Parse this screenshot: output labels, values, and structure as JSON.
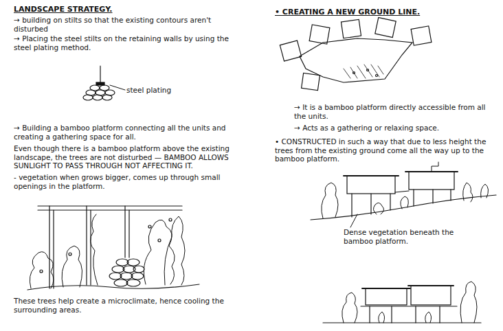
{
  "diagram": {
    "title": "LANDSCAPE STRATEGY.",
    "labels": [
      "→ building on stilts so that the existing contours aren't disturbed",
      "→ Placing the steel stilts on the retaining walls by using the steel plating method.",
      "steel plating",
      "→ Building a bamboo platform connecting all the units and creating a gathering space for all.",
      "Even though there is a bamboo platform above the existing landscape, the trees are not disturbed — BAMBOO ALLOWS SUNLIGHT TO PASS THROUGH NOT AFFECTING IT.",
      "- vegetation when grows bigger, comes up through small openings in the platform.",
      "These trees help create a microclimate, hence cooling the surrounding areas.",
      "• CREATING A NEW GROUND LINE.",
      "→ It is a bamboo platform directly accessible from all the units.",
      "→ Acts as a gathering or relaxing space.",
      "• CONSTRUCTED in such a way that due to less height the trees from the existing ground come all the way up to the bamboo platform.",
      "Dense vegetation beneath the bamboo platform."
    ]
  }
}
